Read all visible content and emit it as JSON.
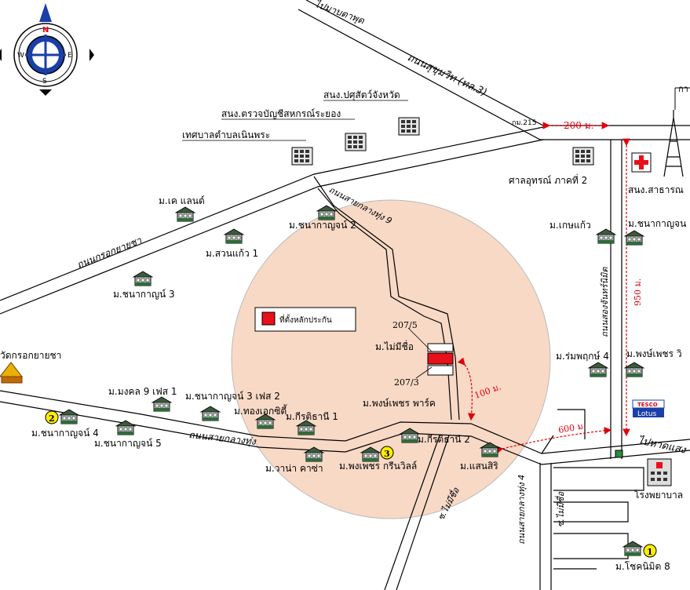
{
  "compass": {
    "north": "N",
    "south": "S",
    "east": "E",
    "west": "W"
  },
  "roads": {
    "to_pattaya": "ไปมาบตาพุด",
    "sukhumvit": "ถนนสุขุมวิท (ทล.3)",
    "km": "กม.215",
    "krok_yai_cha": "ถนนกรอกยายชา",
    "sai_klang_thung": "ถนนสายกลางทุ่ง",
    "sai_klang_thung_9": "ถนนสายกลางทุ่ง 9",
    "sai_klang_thung_4": "ถนนสายกลางทุ่ง 4",
    "soi_mai_mi_chue": "ซ.ไม่มีชื่อ",
    "soi_mai_mi_chue_2": "ซ.ไม่มีชื่อ",
    "songkhla": "ถนนสองจันทร์นิมิต",
    "to_beach": "ไปหาดแสง",
    "top_right": "กา"
  },
  "distances": {
    "d200": "200 ม.",
    "d950": "950 ม.",
    "d100": "100 ม.",
    "d600": "600 ม."
  },
  "places": {
    "pasu": "สนง.ปศุสัตว์จังหวัด",
    "audit": "สนง.ตรวจบัญชีสหกรณ์ระยอง",
    "thesaban": "เทศบาลตำบลเนินพระ",
    "court": "ศาลอุทรณ์ ภาคที่ 2",
    "health": "สนง.สาธารณ",
    "kasemkaew": "ม.เกษแก้ว",
    "chanakan_right": "ม.ชนากาญจน",
    "k_land": "ม.เค แลนด์",
    "chanakan2": "ม.ชนากาญจน์ 2",
    "suankaew1": "ม.สวนแก้ว 1",
    "chanakan3": "ม.ชนากาญน์ 3",
    "temple": "วัดกรอกยายชา",
    "legend": "ที่ตั้งหลักประกัน",
    "plot1": "207/5",
    "plot2": "207/3",
    "mai_mi_chue": "ม.ไม่มีชื่อ",
    "rompruek4": "ม.ร่มพฤกษ์ 4",
    "pongphet_right": "ม.พงษ์เพชร วิ",
    "mongkol9": "ม.มงคล 9 เฟส 1",
    "chanakan3_phase2": "ม.ชนากาญจน์ 3 เฟส 2",
    "thong_ek": "ม.ทองเอกซิตี้",
    "kritthani1": "ม.กีรติธานี 1",
    "pongphet_park": "ม.พงษ์เพชร พาร์ค",
    "chanakan4": "ม.ชนากาญจน์ 4",
    "chanakan5": "ม.ชนากาญจน์ 5",
    "wanna": "ม.วาน่า คาซ่า",
    "kritthani2": "ม.กีรติธานี 2",
    "pongphet_green": "ม.พงเพชร กรีนวิลล์",
    "saensiri": "ม.แสนสิริ",
    "hospital": "โรงพยาบาล",
    "chokniramit": "ม.โชคนิมิต 8",
    "lotus_top": "TESCO",
    "lotus_bottom": "Lotus"
  },
  "markers": {
    "m1": "1",
    "m2": "2",
    "m3": "3"
  },
  "colors": {
    "circle": "#f7d9c6",
    "collateral": "#e8101a",
    "marker": "#ffee00",
    "distance": "#e0000a",
    "compass_blue": "#1a3fa8"
  }
}
